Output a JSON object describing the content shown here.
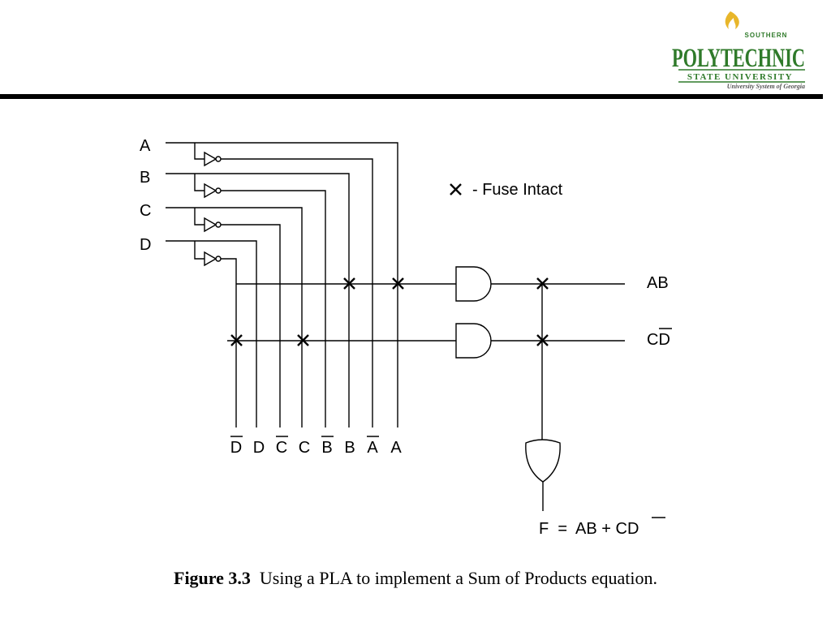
{
  "logo": {
    "top_text": "SOUTHERN",
    "main_text": "POLYTECHNIC",
    "sub_text": "STATE UNIVERSITY",
    "tagline": "University System of Georgia",
    "color": "#2f7a2a",
    "flame_color": "#e8b62a"
  },
  "diagram": {
    "inputs": [
      "A",
      "B",
      "C",
      "D"
    ],
    "legend": "- Fuse Intact",
    "column_labels": [
      {
        "text": "D",
        "bar": true
      },
      {
        "text": "D",
        "bar": false
      },
      {
        "text": "C",
        "bar": true
      },
      {
        "text": "C",
        "bar": false
      },
      {
        "text": "B",
        "bar": true
      },
      {
        "text": "B",
        "bar": false
      },
      {
        "text": "A",
        "bar": true
      },
      {
        "text": "A",
        "bar": false
      }
    ],
    "term1": "AB",
    "term2_prefix": "C",
    "term2_bar": "D",
    "output_prefix": "F  =  AB + C",
    "output_bar": "D"
  },
  "caption": {
    "figure": "Figure 3.3",
    "text": "Using a PLA to implement a Sum of Products equation."
  }
}
